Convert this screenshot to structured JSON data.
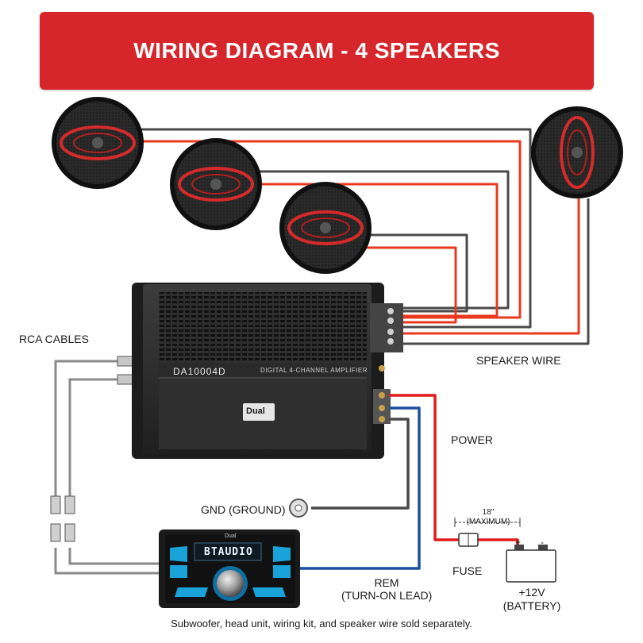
{
  "title": "WIRING DIAGRAM - 4 SPEAKERS",
  "amplifier": {
    "model": "DA10004D",
    "subtitle": "DIGITAL 4-CHANNEL AMPLIFIER",
    "brand": "Dual"
  },
  "head_unit": {
    "display": "BTAUDIO",
    "brand": "Dual"
  },
  "labels": {
    "rca_cables": "RCA CABLES",
    "speaker_wire": "SPEAKER WIRE",
    "power": "POWER",
    "gnd": "GND (GROUND)",
    "fuse_distance": "18\"",
    "fuse_distance_note": "(MAXIMUM)",
    "fuse": "FUSE",
    "rem_line1": "REM",
    "rem_line2": "(TURN-ON LEAD)",
    "battery_voltage": "+12V",
    "battery_name": "(BATTERY)",
    "battery_plus": "+",
    "battery_minus": "-"
  },
  "footer": "Subwoofer, head unit, wiring kit, and speaker wire sold separately.",
  "colors": {
    "banner": "#d7262b",
    "positive_wire": "#e8391f",
    "negative_wire": "#4a4a4a",
    "remote_wire": "#1f4fa0",
    "power_wire": "#e01b1b"
  }
}
